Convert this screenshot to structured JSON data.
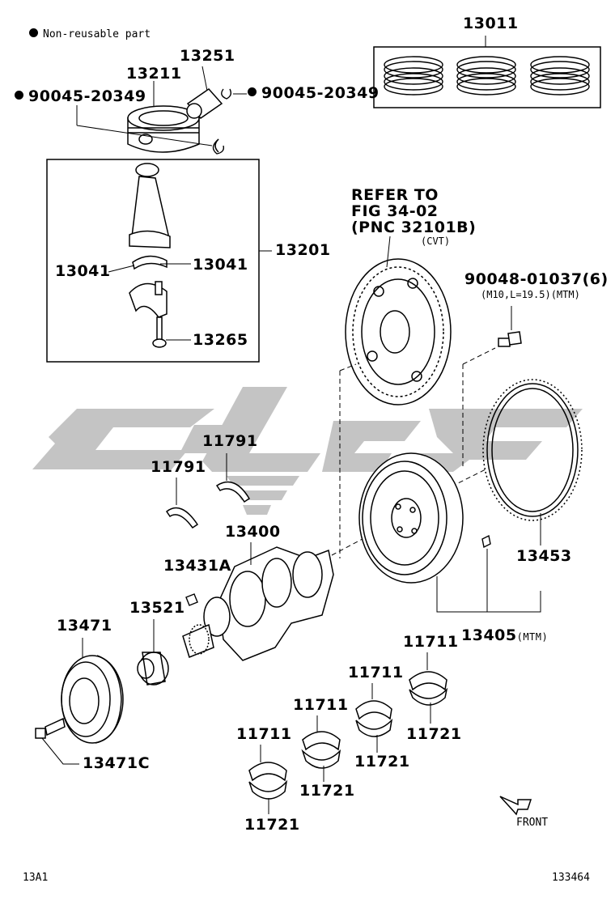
{
  "legend": {
    "non_reusable_label": "Non-reusable part"
  },
  "callouts": {
    "piston_ring_set": "13011",
    "piston_pin": "13251",
    "piston": "13211",
    "snap_ring_left": "90045-20349",
    "snap_ring_right": "90045-20349",
    "connecting_rod_assy": "13201",
    "rod_bearing_left": "13041",
    "rod_bearing_right": "13041",
    "rod_bolt": "13265",
    "refer_line1": "REFER TO",
    "refer_line2": "FIG 34-02",
    "refer_line3": "(PNC 32101B)",
    "refer_cvt": "(CVT)",
    "flywheel_bolt": "90048-01037(6)",
    "flywheel_bolt_spec": "(M10,L=19.5)(MTM)",
    "thrust_washer_upper": "11791",
    "thrust_washer_lower": "11791",
    "crankshaft": "13400",
    "crank_key": "13431A",
    "timing_gear": "13521",
    "crank_pulley": "13471",
    "pulley_bolt": "13471C",
    "ring_gear": "13453",
    "flywheel_pin": "13405",
    "flywheel_pin_suffix": "(MTM)",
    "main_upper_1": "11711",
    "main_upper_2": "11711",
    "main_upper_3": "11711",
    "main_upper_4": "11711",
    "main_lower_1": "11721",
    "main_lower_2": "11721",
    "main_lower_3": "11721",
    "main_lower_4": "11721",
    "front_label": "FRONT"
  },
  "footer": {
    "left_code": "13A1",
    "right_code": "133464"
  },
  "watermark": {
    "color": "#c4c4c4"
  }
}
